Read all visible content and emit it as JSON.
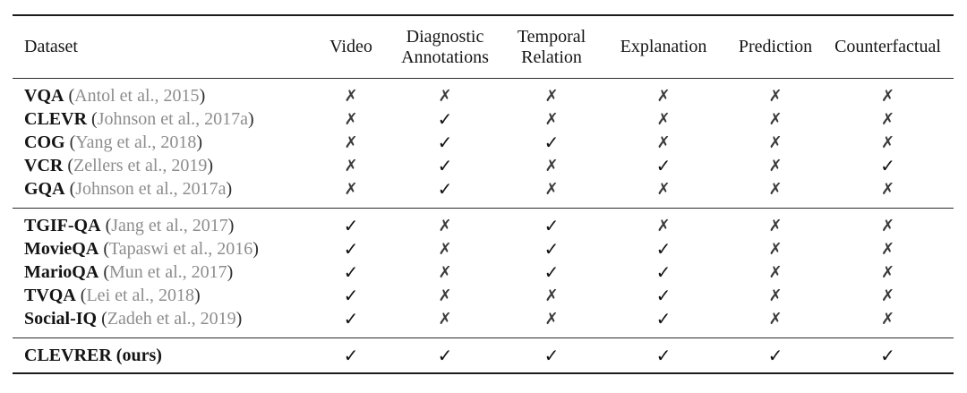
{
  "format": {
    "open": "(",
    "close": ")"
  },
  "glyphs": {
    "check": "✓",
    "cross": "✗"
  },
  "colors": {
    "text": "#161616",
    "citation_gray": "#8d8d8d",
    "rule": "#1c1c1c"
  },
  "header": {
    "dataset": "Dataset",
    "criteria": [
      "Video",
      "Diagnostic\nAnnotations",
      "Temporal\nRelation",
      "Explanation",
      "Prediction",
      "Counterfactual"
    ]
  },
  "groups": [
    {
      "rows": [
        {
          "name": "VQA",
          "cite": "Antol et al., 2015",
          "marks": [
            "cross",
            "cross",
            "cross",
            "cross",
            "cross",
            "cross"
          ]
        },
        {
          "name": "CLEVR",
          "cite": "Johnson et al., 2017a",
          "marks": [
            "cross",
            "check",
            "cross",
            "cross",
            "cross",
            "cross"
          ]
        },
        {
          "name": "COG",
          "cite": "Yang et al., 2018",
          "marks": [
            "cross",
            "check",
            "check",
            "cross",
            "cross",
            "cross"
          ]
        },
        {
          "name": "VCR",
          "cite": "Zellers et al., 2019",
          "marks": [
            "cross",
            "check",
            "cross",
            "check",
            "cross",
            "check"
          ]
        },
        {
          "name": "GQA",
          "cite": "Johnson et al., 2017a",
          "marks": [
            "cross",
            "check",
            "cross",
            "cross",
            "cross",
            "cross"
          ]
        }
      ]
    },
    {
      "rows": [
        {
          "name": "TGIF-QA",
          "cite": "Jang et al., 2017",
          "marks": [
            "check",
            "cross",
            "check",
            "cross",
            "cross",
            "cross"
          ]
        },
        {
          "name": "MovieQA",
          "cite": "Tapaswi et al., 2016",
          "marks": [
            "check",
            "cross",
            "check",
            "check",
            "cross",
            "cross"
          ]
        },
        {
          "name": "MarioQA",
          "cite": "Mun et al., 2017",
          "marks": [
            "check",
            "cross",
            "check",
            "check",
            "cross",
            "cross"
          ]
        },
        {
          "name": "TVQA",
          "cite": "Lei et al., 2018",
          "marks": [
            "check",
            "cross",
            "cross",
            "check",
            "cross",
            "cross"
          ]
        },
        {
          "name": "Social-IQ",
          "cite": "Zadeh et al., 2019",
          "marks": [
            "check",
            "cross",
            "cross",
            "check",
            "cross",
            "cross"
          ]
        }
      ]
    }
  ],
  "final": {
    "name": "CLEVRER",
    "suffix": "(ours)",
    "marks": [
      "check",
      "check",
      "check",
      "check",
      "check",
      "check"
    ]
  }
}
